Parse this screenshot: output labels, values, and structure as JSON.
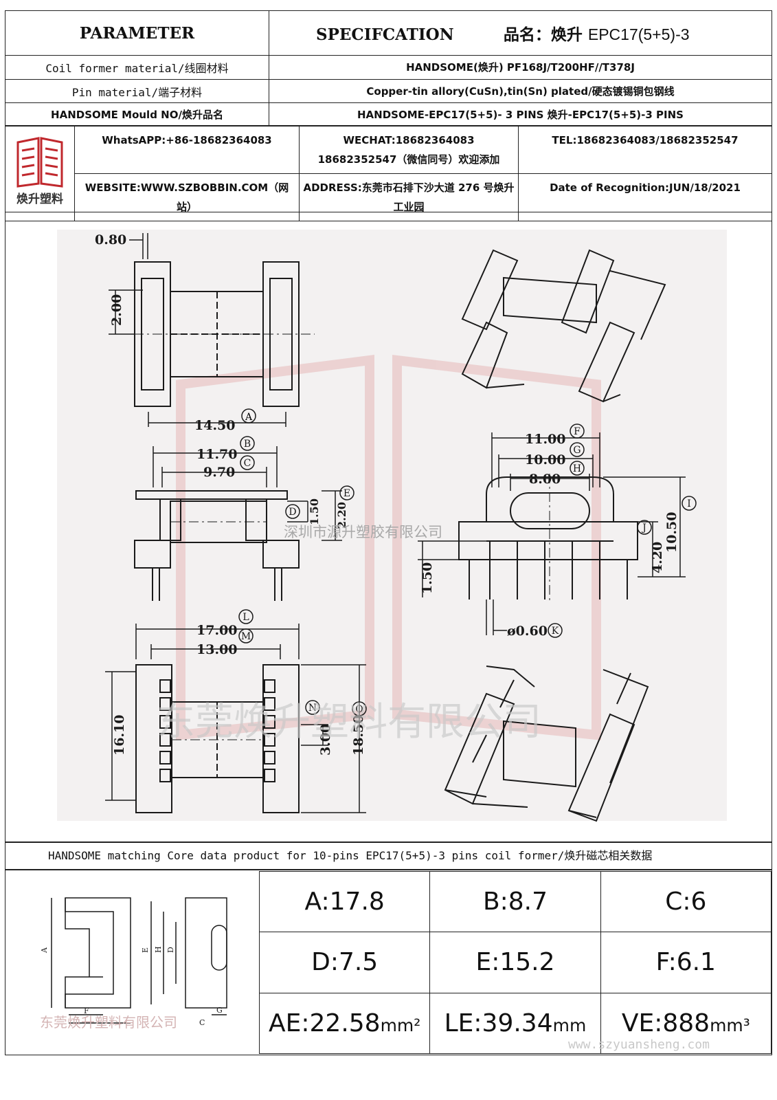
{
  "header": {
    "parameter": "PARAMETER",
    "specification": "SPECIFCATION",
    "product_name_label": "品名：焕升 ",
    "product_name": "EPC17(5+5)-3"
  },
  "rows": [
    {
      "label": "Coil former material/线圈材料",
      "value": "HANDSOME(焕升)  PF168J/T200HF//T378J"
    },
    {
      "label": "Pin material/端子材料",
      "value": "Copper-tin allory(CuSn),tin(Sn) plated/硬态镀锡铜包钢线"
    },
    {
      "label": "HANDSOME Mould NO/焕升品名",
      "value": "HANDSOME-EPC17(5+5)- 3 PINS   焕升-EPC17(5+5)-3 PINS"
    }
  ],
  "company": {
    "logo_text": "焕升塑料",
    "whatsapp": "WhatsAPP:+86-18682364083",
    "wechat_1": "WECHAT:18682364083",
    "wechat_2": "18682352547（微信同号）欢迎添加",
    "tel": "TEL:18682364083/18682352547",
    "website": "WEBSITE:WWW.SZBOBBIN.COM（网站）",
    "address": "ADDRESS:东莞市石排下沙大道 276 号焕升工业园",
    "date": "Date of Recognition:JUN/18/2021"
  },
  "drawing": {
    "dims": {
      "d080": "0.80",
      "d200": "2.00",
      "A": "14.50",
      "B": "11.70",
      "C": "9.70",
      "D": "1.50",
      "E": "2.20",
      "F": "11.00",
      "G": "10.00",
      "H": "8.00",
      "I": "10.50",
      "J": "4.20",
      "d150": "1.50",
      "K": "ø0.60",
      "L": "17.00",
      "M": "13.00",
      "N": "3.00",
      "O": "18.50",
      "d1610": "16.10"
    },
    "letters": {
      "A": "A",
      "B": "B",
      "C": "C",
      "D": "D",
      "E": "E",
      "F": "F",
      "G": "G",
      "H": "H",
      "I": "I",
      "J": "J",
      "K": "K",
      "L": "L",
      "M": "M",
      "N": "N",
      "O": "O"
    },
    "watermark_1": "深圳市源升塑胶有限公司",
    "watermark_2": "东莞焕升塑料有限公司",
    "watermark_3": "东莞焕升塑料有限公司",
    "watermark_url": "www.szyuansheng.com"
  },
  "caption": "HANDSOME matching Core data  product for 10-pins EPC17(5+5)-3 pins coil former/焕升磁芯相关数据",
  "core_fig_labels": {
    "A": "A",
    "E": "E",
    "H": "H",
    "D": "D",
    "F": "F",
    "C": "C",
    "G": "G"
  },
  "core": {
    "A": "A:17.8",
    "B": "B:8.7",
    "C": "C:6",
    "D": "D:7.5",
    "E": "E:15.2",
    "F": "F:6.1",
    "AE": "AE:22.58",
    "AE_unit": "mm²",
    "LE": "LE:39.34",
    "LE_unit": "mm",
    "VE": "VE:888",
    "VE_unit": "mm³"
  },
  "colors": {
    "line": "#1a1a1a",
    "watermark": "#d9a3a3",
    "logo": "#c0282d"
  }
}
